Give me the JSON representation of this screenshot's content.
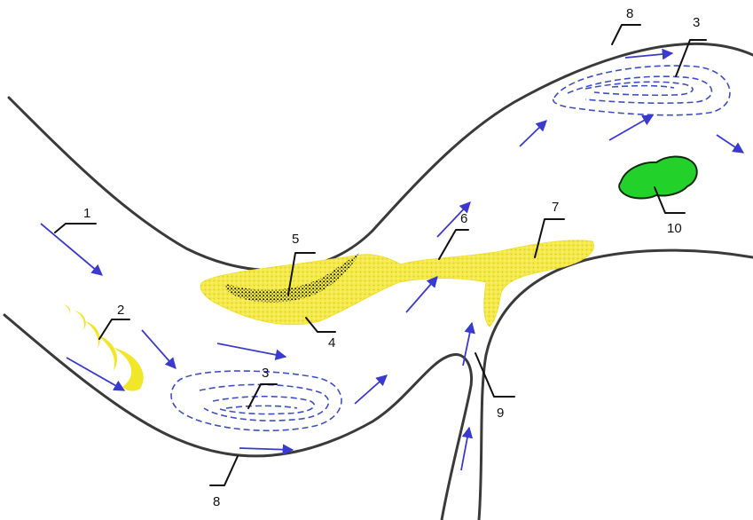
{
  "colors": {
    "bank": "#3a3a3a",
    "flow_arrow": "#3a3ad0",
    "eddy_lines": "#3e4fc4",
    "sand_deposit": "#f4ea4c",
    "silt_deposit": "#2a2a2a",
    "vegetation_patch": "#22d12a",
    "crescents": "#f2e628"
  },
  "labels": {
    "l1": "1",
    "l2": "2",
    "l3a": "3",
    "l3b": "3",
    "l4": "4",
    "l5": "5",
    "l6": "6",
    "l7": "7",
    "l8a": "8",
    "l8b": "8",
    "l9": "9",
    "l10": "10"
  }
}
